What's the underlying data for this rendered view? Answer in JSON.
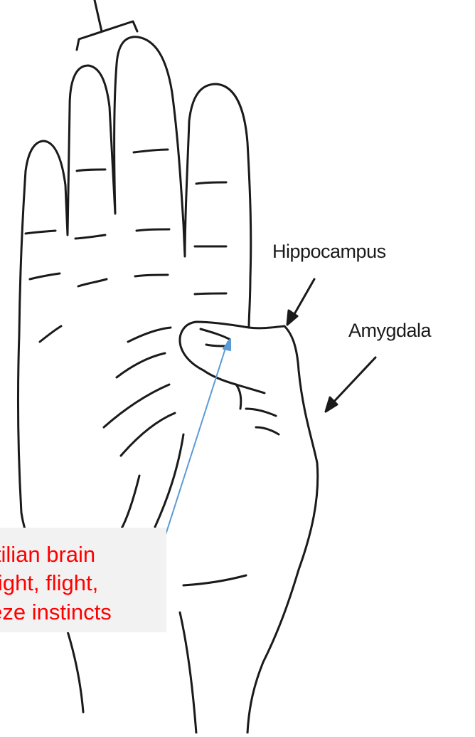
{
  "labels": {
    "hippocampus": "Hippocampus",
    "amygdala": "Amygdala"
  },
  "callout": {
    "lines": [
      "Reptilian brain",
      "Fight, flight,",
      "freeze instincts"
    ]
  },
  "colors": {
    "callout_text": "#ff0000",
    "callout_background": "#f2f2f2",
    "pointer_line": "#5b9bd5",
    "hand_outline": "#1a1a1a"
  }
}
